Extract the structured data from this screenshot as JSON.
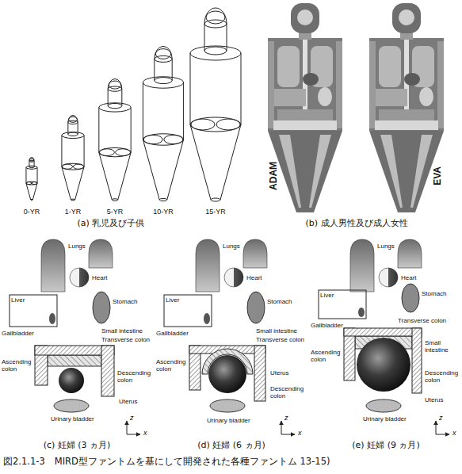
{
  "diagram": {
    "caption": "図2.1.1-3　MIRD型ファントムを基にして開発された各種ファントム 13-15)",
    "labels": [
      "0-YR",
      "1-YR",
      "5-YR",
      "10-YR",
      "15-YR",
      "(a) 乳児及び子供",
      "ADAM",
      "EVA",
      "(b) 成人男性及び成人女性",
      "Lungs",
      "Heart",
      "Liver",
      "Stomach",
      "Gallbladder",
      "Small intestine",
      "Transverse colon",
      "Ascending colon",
      "Descending colon",
      "Uterus",
      "Urinary bladder",
      "z",
      "x",
      "(c) 妊婦 (3 ヵ月)",
      "Lungs",
      "Heart",
      "Liver",
      "Stomach",
      "Gallbladder",
      "Small intestine",
      "Transverse colon",
      "Ascending colon",
      "Descending colon",
      "Uterus",
      "Urinary bladder",
      "z",
      "x",
      "(d) 妊婦 (6 ヵ月)",
      "Lungs",
      "Heart",
      "Liver",
      "Stomach",
      "Gallbladder",
      "Small intestine",
      "Transverse colon",
      "Ascending colon",
      "Descending colon",
      "Uterus",
      "Urinary bladder",
      "z",
      "x",
      "(e) 妊婦 (9 ヵ月)"
    ]
  }
}
